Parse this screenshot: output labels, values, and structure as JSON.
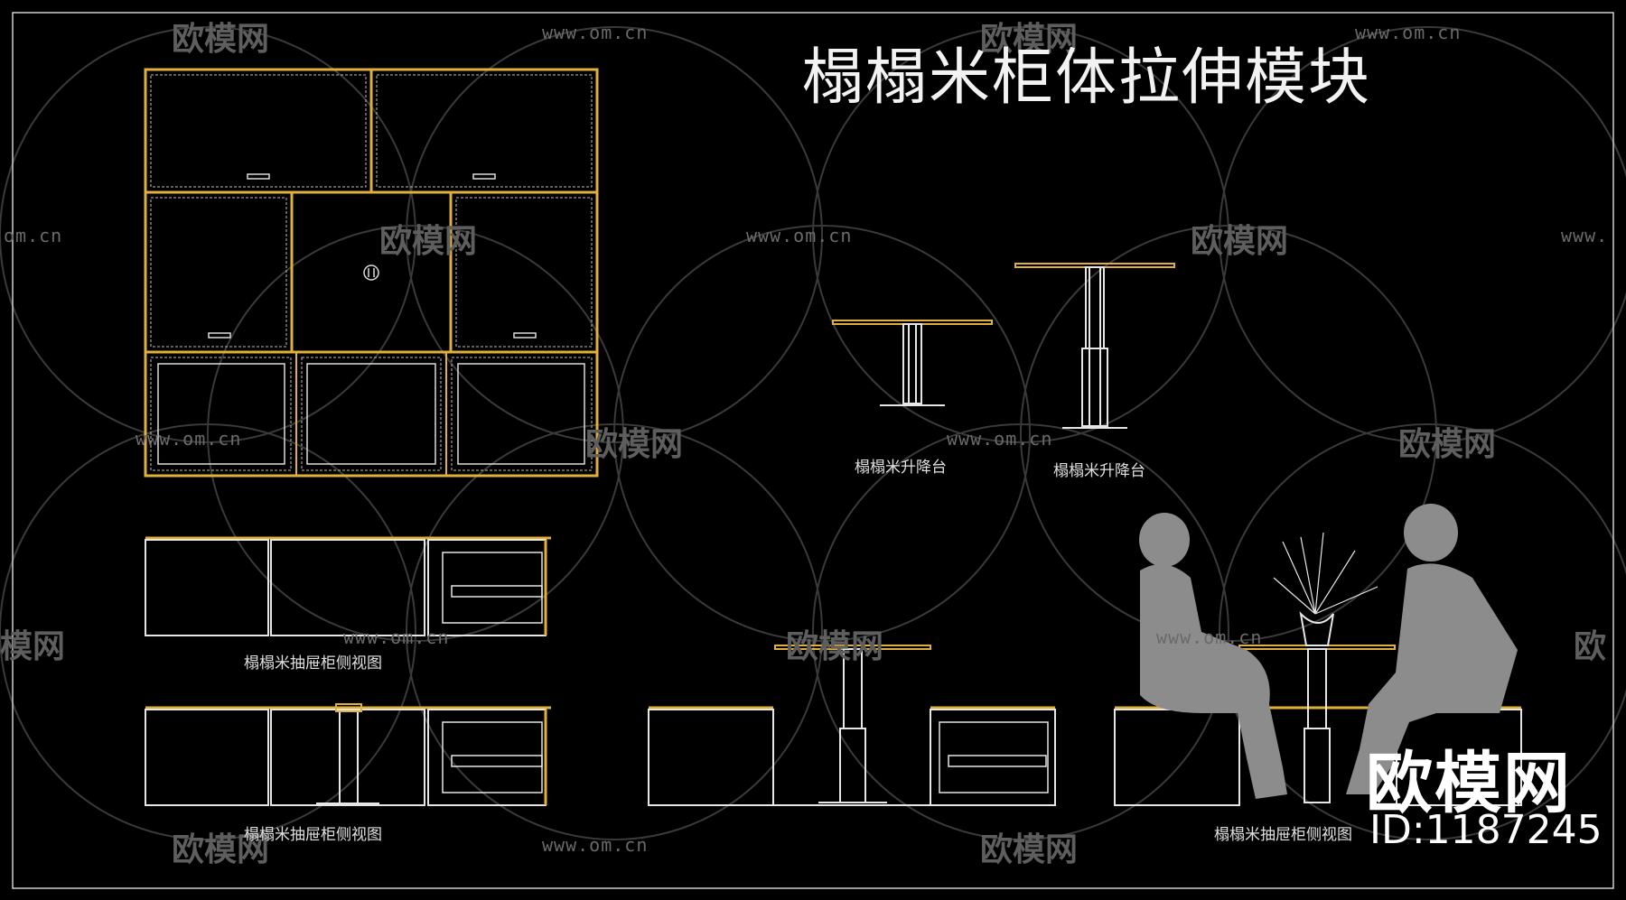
{
  "title": "榻榻米柜体拉伸模块",
  "labels": {
    "lift_table_1": "榻榻米升降台",
    "lift_table_2": "榻榻米升降台",
    "drawer_side_1": "榻榻米抽屉柜侧视图",
    "drawer_side_2": "榻榻米抽屉柜侧视图",
    "drawer_side_3": "榻榻米抽屉柜侧视图"
  },
  "watermark": {
    "site": "www.om.cn",
    "logo": "欧模网",
    "site_left": "om.cn",
    "site_right": "www.",
    "logo_left": "模网",
    "logo_right": "欧"
  },
  "brand": {
    "logo": "欧模网",
    "id": "ID:1187245"
  },
  "colors": {
    "background": "#000000",
    "line": "#e6e6e6",
    "accent": "#e0b03a",
    "silhouette": "#8c8c8c"
  }
}
